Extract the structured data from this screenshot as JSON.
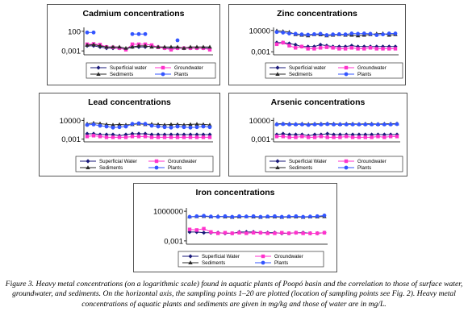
{
  "caption": "Figure 3. Heavy metal concentrations (on a logarithmic scale) found in aquatic plants of Poopó basin and the correlation to those of surface water, groundwater, and sediments. On the horizontal axis, the sampling points 1–20 are plotted (location of sampling points see Fig. 2). Heavy metal concentrations of aquatic plants and sediments are given in mg/kg and those of water are in mg/L.",
  "series_colors": {
    "superficial": "#1a1a7a",
    "groundwater": "#ff33cc",
    "sediments": "#2a2a2a",
    "plants": "#3355ff"
  },
  "chart_data": [
    {
      "type": "line",
      "title": "Cadmium concentrations",
      "yscale": "log",
      "ylim": [
        0.0001,
        1000
      ],
      "yticks": [
        "100",
        "0,001"
      ],
      "ytick_values": [
        100,
        0.001
      ],
      "x": [
        1,
        2,
        3,
        4,
        5,
        6,
        7,
        8,
        9,
        10,
        11,
        12,
        13,
        14,
        15,
        16,
        17,
        18,
        19,
        20
      ],
      "legend": [
        "Superficial water",
        "Groundwater",
        "Sediments",
        "Plants"
      ],
      "series": [
        {
          "name": "Superficial water",
          "values": [
            0.02,
            0.02,
            0.01,
            0.005,
            0.005,
            0.005,
            0.003,
            0.01,
            0.01,
            0.01,
            0.02,
            0.01,
            0.005,
            0.005,
            0.005,
            0.005,
            0.005,
            0.005,
            0.005,
            0.005
          ]
        },
        {
          "name": "Groundwater",
          "values": [
            0.05,
            0.06,
            0.04,
            0.01,
            0.008,
            0.005,
            0.002,
            0.05,
            0.05,
            0.05,
            0.03,
            0.008,
            0.005,
            0.002,
            0.005,
            0.005,
            0.005,
            0.005,
            0.005,
            0.002
          ]
        },
        {
          "name": "Sediments",
          "values": [
            0.03,
            0.04,
            0.02,
            0.01,
            0.01,
            0.01,
            0.005,
            0.01,
            0.02,
            0.02,
            0.01,
            0.01,
            0.01,
            0.01,
            0.01,
            0.005,
            0.01,
            0.01,
            0.01,
            0.01
          ]
        },
        {
          "name": "Plants",
          "values": [
            50,
            50,
            null,
            null,
            null,
            null,
            null,
            20,
            20,
            20,
            null,
            null,
            null,
            null,
            0.5,
            null,
            null,
            null,
            null,
            null
          ]
        }
      ]
    },
    {
      "type": "line",
      "title": "Zinc concentrations",
      "yscale": "log",
      "ylim": [
        0.0001,
        100000
      ],
      "yticks": [
        "10000",
        "0,001"
      ],
      "ytick_values": [
        10000,
        0.001
      ],
      "x": [
        1,
        2,
        3,
        4,
        5,
        6,
        7,
        8,
        9,
        10,
        11,
        12,
        13,
        14,
        15,
        16,
        17,
        18,
        19,
        20
      ],
      "legend": [
        "Superficial water",
        "Groundwater",
        "Sediments",
        "Plants"
      ],
      "series": [
        {
          "name": "Superficial water",
          "values": [
            1,
            1,
            0.5,
            0.2,
            0.05,
            0.05,
            0.05,
            0.2,
            0.1,
            0.05,
            0.05,
            0.05,
            0.1,
            0.05,
            0.05,
            0.05,
            0.05,
            0.05,
            0.05,
            0.05
          ]
        },
        {
          "name": "Groundwater",
          "values": [
            0.3,
            1,
            0.1,
            0.02,
            0.05,
            0.01,
            0.01,
            0.02,
            0.03,
            0.02,
            0.01,
            0.01,
            0.02,
            0.01,
            0.01,
            0.02,
            0.01,
            0.01,
            0.01,
            0.01
          ]
        },
        {
          "name": "Sediments",
          "values": [
            8000,
            5000,
            3000,
            500,
            300,
            200,
            500,
            400,
            200,
            300,
            500,
            300,
            300,
            200,
            300,
            500,
            800,
            1000,
            300,
            500
          ]
        },
        {
          "name": "Plants",
          "values": [
            3000,
            2000,
            1000,
            800,
            500,
            400,
            600,
            800,
            300,
            500,
            600,
            500,
            1000,
            800,
            1000,
            800,
            300,
            500,
            1000,
            1000
          ]
        }
      ]
    },
    {
      "type": "line",
      "title": "Lead concentrations",
      "yscale": "log",
      "ylim": [
        0.0001,
        100000
      ],
      "yticks": [
        "10000",
        "0,001"
      ],
      "ytick_values": [
        10000,
        0.001
      ],
      "x": [
        1,
        2,
        3,
        4,
        5,
        6,
        7,
        8,
        9,
        10,
        11,
        12,
        13,
        14,
        15,
        16,
        17,
        18,
        19,
        20
      ],
      "legend": [
        "Superficial Water",
        "Groundwater",
        "Sediments",
        "Plants"
      ],
      "series": [
        {
          "name": "Superficial Water",
          "values": [
            0.1,
            0.1,
            0.05,
            0.05,
            0.05,
            0.02,
            0.05,
            0.1,
            0.1,
            0.1,
            0.05,
            0.05,
            0.05,
            0.05,
            0.05,
            0.05,
            0.05,
            0.05,
            0.05,
            0.05
          ]
        },
        {
          "name": "Groundwater",
          "values": [
            0.01,
            0.02,
            0.01,
            0.005,
            0.005,
            0.005,
            0.005,
            0.01,
            0.01,
            0.01,
            0.005,
            0.005,
            0.005,
            0.005,
            0.005,
            0.005,
            0.005,
            0.005,
            0.005,
            0.005
          ]
        },
        {
          "name": "Sediments",
          "values": [
            500,
            1000,
            600,
            300,
            200,
            300,
            200,
            300,
            500,
            300,
            400,
            300,
            200,
            300,
            300,
            200,
            300,
            400,
            300,
            200
          ]
        },
        {
          "name": "Plants",
          "values": [
            200,
            300,
            100,
            50,
            20,
            30,
            50,
            500,
            800,
            500,
            100,
            50,
            30,
            20,
            50,
            30,
            20,
            30,
            50,
            30
          ]
        }
      ]
    },
    {
      "type": "line",
      "title": "Arsenic concentrations",
      "yscale": "log",
      "ylim": [
        0.0001,
        100000
      ],
      "yticks": [
        "10000",
        "0,001"
      ],
      "ytick_values": [
        10000,
        0.001
      ],
      "x": [
        1,
        2,
        3,
        4,
        5,
        6,
        7,
        8,
        9,
        10,
        11,
        12,
        13,
        14,
        15,
        16,
        17,
        18,
        19,
        20
      ],
      "legend": [
        "Superficial Water",
        "Groundwater",
        "Sediments",
        "Plants"
      ],
      "series": [
        {
          "name": "Superficial Water",
          "values": [
            0.05,
            0.1,
            0.05,
            0.05,
            0.05,
            0.02,
            0.05,
            0.05,
            0.1,
            0.05,
            0.05,
            0.05,
            0.05,
            0.05,
            0.05,
            0.05,
            0.05,
            0.05,
            0.05,
            0.05
          ]
        },
        {
          "name": "Groundwater",
          "values": [
            0.01,
            0.01,
            0.005,
            0.005,
            0.01,
            0.005,
            0.005,
            0.01,
            0.005,
            0.005,
            0.005,
            0.01,
            0.005,
            0.005,
            0.005,
            0.005,
            0.01,
            0.005,
            0.01,
            0.01
          ]
        },
        {
          "name": "Sediments",
          "values": [
            500,
            600,
            500,
            400,
            500,
            400,
            500,
            500,
            600,
            500,
            400,
            500,
            500,
            400,
            500,
            500,
            400,
            500,
            500,
            600
          ]
        },
        {
          "name": "Plants",
          "values": [
            300,
            400,
            300,
            300,
            300,
            200,
            300,
            300,
            400,
            300,
            300,
            300,
            300,
            300,
            300,
            300,
            300,
            300,
            300,
            400
          ]
        }
      ]
    },
    {
      "type": "line",
      "title": "Iron concentrations",
      "yscale": "log",
      "ylim": [
        0.0001,
        10000000
      ],
      "yticks": [
        "1000000",
        "0,001"
      ],
      "ytick_values": [
        1000000,
        0.001
      ],
      "x": [
        1,
        2,
        3,
        4,
        5,
        6,
        7,
        8,
        9,
        10,
        11,
        12,
        13,
        14,
        15,
        16,
        17,
        18,
        19,
        20
      ],
      "legend": [
        "Superficial Water",
        "Groundwater",
        "Sediments",
        "Plants"
      ],
      "series": [
        {
          "name": "Superficial Water",
          "values": [
            0.5,
            0.5,
            0.3,
            0.3,
            0.3,
            0.2,
            0.2,
            0.5,
            0.5,
            0.5,
            0.3,
            0.3,
            0.3,
            0.2,
            0.2,
            0.3,
            0.3,
            0.2,
            0.2,
            0.3
          ]
        },
        {
          "name": "Groundwater",
          "values": [
            3,
            2,
            5,
            0.5,
            0.2,
            0.3,
            0.2,
            0.3,
            0.2,
            0.3,
            0.3,
            0.2,
            0.2,
            0.3,
            0.2,
            0.3,
            0.2,
            0.2,
            0.2,
            0.3
          ]
        },
        {
          "name": "Sediments",
          "values": [
            20000,
            25000,
            30000,
            20000,
            30000,
            20000,
            15000,
            20000,
            25000,
            20000,
            15000,
            20000,
            20000,
            15000,
            20000,
            20000,
            15000,
            20000,
            20000,
            25000
          ]
        },
        {
          "name": "Plants",
          "values": [
            20000,
            30000,
            40000,
            25000,
            20000,
            30000,
            20000,
            30000,
            25000,
            30000,
            20000,
            25000,
            30000,
            20000,
            25000,
            30000,
            20000,
            25000,
            30000,
            50000
          ]
        }
      ]
    }
  ]
}
